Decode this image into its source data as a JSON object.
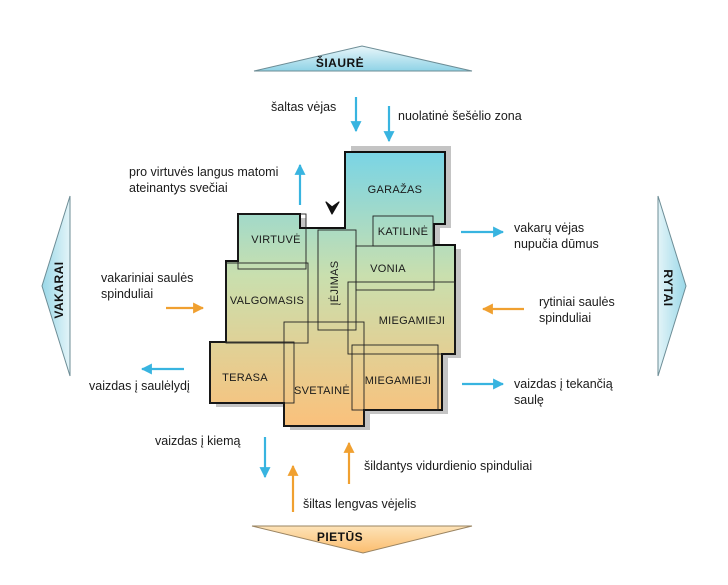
{
  "directions": {
    "north": "ŠIAURĖ",
    "south": "PIETŪS",
    "west": "VAKARAI",
    "east": "RYTAI"
  },
  "rooms": {
    "garage": "GARAŽAS",
    "boiler": "KATILINĖ",
    "kitchen": "VIRTUVĖ",
    "entrance": "ĮĖJIMAS",
    "bathroom": "VONIA",
    "dining": "VALGOMASIS",
    "bedrooms_1": "MIEGAMIEJI",
    "terrace": "TERASA",
    "living": "SVETAINĖ",
    "bedrooms_2": "MIEGAMIEJI"
  },
  "annotations": {
    "cold_wind": "šaltas vėjas",
    "shadow_zone": "nuolatinė šešėlio zona",
    "guests_line1": "pro virtuvės langus matomi",
    "guests_line2": "ateinantys svečiai",
    "west_wind_line1": "vakarų vėjas",
    "west_wind_line2": "nupučia dūmus",
    "evening_sun_line1": "vakariniai saulės",
    "evening_sun_line2": "spinduliai",
    "morning_sun_line1": "rytiniai saulės",
    "morning_sun_line2": "spinduliai",
    "sunset_view": "vaizdas į saulėlydį",
    "sunrise_view_line1": "vaizdas į tekančią",
    "sunrise_view_line2": "saulę",
    "yard_view": "vaizdas į kiemą",
    "noon_sun": "šildantys vidurdienio spinduliai",
    "warm_breeze": "šiltas lengvas vėjelis"
  },
  "colors": {
    "incoming_arrow": "#f0a030",
    "outgoing_arrow": "#38b4e0",
    "house_top": "#7fd6e6",
    "house_bottom": "#fcc27a"
  }
}
